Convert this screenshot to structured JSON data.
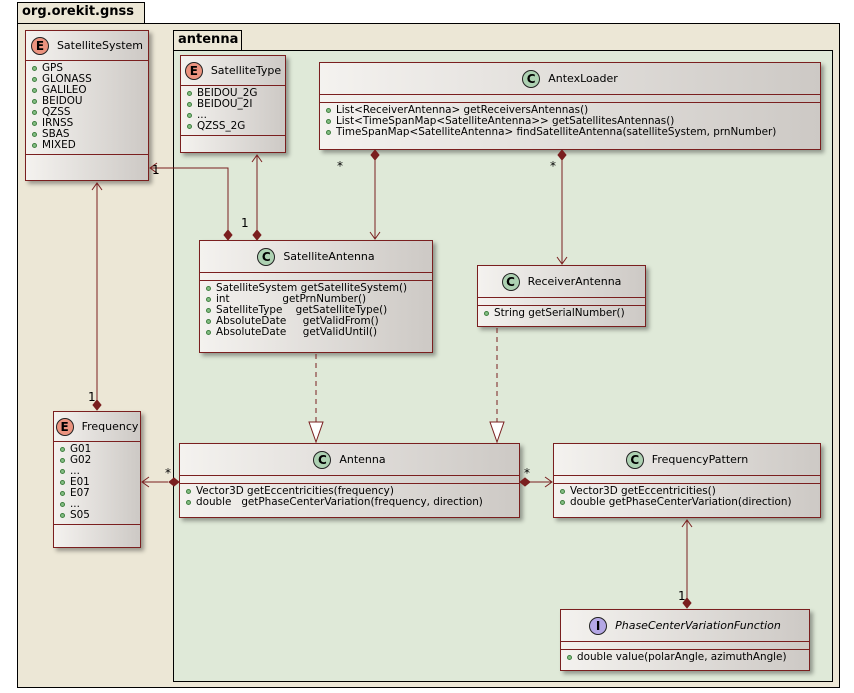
{
  "packages": {
    "outer": "org.orekit.gnss",
    "inner": "antenna"
  },
  "classes": {
    "satellite_system": {
      "stereotype": "E",
      "name": "SatelliteSystem",
      "attributes": [
        "GPS",
        "GLONASS",
        "GALILEO",
        "BEIDOU",
        "QZSS",
        "IRNSS",
        "SBAS",
        "MIXED"
      ],
      "methods": []
    },
    "frequency": {
      "stereotype": "E",
      "name": "Frequency",
      "attributes": [
        "G01",
        "G02",
        "...",
        "E01",
        "E07",
        "...",
        "S05"
      ],
      "methods": []
    },
    "satellite_type": {
      "stereotype": "E",
      "name": "SatelliteType",
      "attributes": [
        "BEIDOU_2G",
        "BEIDOU_2I",
        "...",
        "QZSS_2G"
      ],
      "methods": []
    },
    "antex_loader": {
      "stereotype": "C",
      "name": "AntexLoader",
      "attributes": [],
      "methods": [
        "List<ReceiverAntenna> getReceiversAntennas()",
        "List<TimeSpanMap<SatelliteAntenna>> getSatellitesAntennas()",
        "TimeSpanMap<SatelliteAntenna> findSatelliteAntenna(satelliteSystem, prnNumber)"
      ]
    },
    "satellite_antenna": {
      "stereotype": "C",
      "name": "SatelliteAntenna",
      "attributes": [],
      "methods": [
        "SatelliteSystem getSatelliteSystem()",
        "int                getPrnNumber()",
        "SatelliteType    getSatelliteType()",
        "AbsoluteDate     getValidFrom()",
        "AbsoluteDate     getValidUntil()"
      ]
    },
    "receiver_antenna": {
      "stereotype": "C",
      "name": "ReceiverAntenna",
      "attributes": [],
      "methods": [
        "String getSerialNumber()"
      ]
    },
    "antenna": {
      "stereotype": "C",
      "name": "Antenna",
      "attributes": [],
      "methods": [
        "Vector3D getEccentricities(frequency)",
        "double   getPhaseCenterVariation(frequency, direction)"
      ]
    },
    "frequency_pattern": {
      "stereotype": "C",
      "name": "FrequencyPattern",
      "attributes": [],
      "methods": [
        "Vector3D getEccentricities()",
        "double getPhaseCenterVariation(direction)"
      ]
    },
    "pcv_function": {
      "stereotype": "I",
      "name": "PhaseCenterVariationFunction",
      "attributes": [],
      "methods": [
        "double value(polarAngle, azimuthAngle)"
      ]
    }
  },
  "multiplicities": {
    "sys_sat": "1",
    "type_sat": "1",
    "freq_sys": "1",
    "freq_antenna": "*",
    "antex_sat": "*",
    "antex_recv": "*",
    "antenna_pattern": "*",
    "pattern_pcv": "1"
  },
  "colors": {
    "outer_package": "#ece7d6",
    "inner_package": "#dfe9d8",
    "class_border": "#7a1f1f",
    "edge": "#7a1f1f",
    "enum_badge": "#eb937f",
    "class_badge": "#add1b2",
    "interface_badge": "#b4a7e5"
  }
}
